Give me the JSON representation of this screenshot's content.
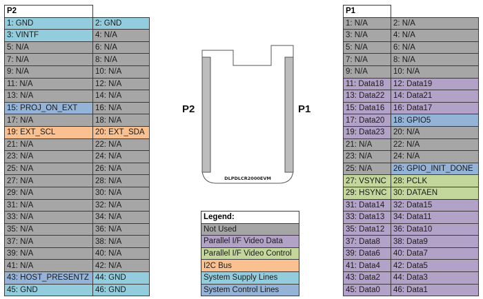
{
  "colors": {
    "not_used": "#a6a6a6",
    "video_data": "#b3a2c7",
    "video_control": "#c3d69b",
    "i2c": "#fac090",
    "supply": "#93cddd",
    "control": "#95b3d7"
  },
  "p2": {
    "title": "P2",
    "rows": [
      [
        {
          "text": "1: GND",
          "type": "supply"
        },
        {
          "text": "2: GND",
          "type": "supply"
        }
      ],
      [
        {
          "text": "3: VINTF",
          "type": "supply"
        },
        {
          "text": "4: N/A",
          "type": "not_used"
        }
      ],
      [
        {
          "text": "5: N/A",
          "type": "not_used"
        },
        {
          "text": "6: N/A",
          "type": "not_used"
        }
      ],
      [
        {
          "text": "7: N/A",
          "type": "not_used"
        },
        {
          "text": "8: N/A",
          "type": "not_used"
        }
      ],
      [
        {
          "text": "9: N/A",
          "type": "not_used"
        },
        {
          "text": "10: N/A",
          "type": "not_used"
        }
      ],
      [
        {
          "text": "11: N/A",
          "type": "not_used"
        },
        {
          "text": "12: N/A",
          "type": "not_used"
        }
      ],
      [
        {
          "text": "13: N/A",
          "type": "not_used"
        },
        {
          "text": "14: N/A",
          "type": "not_used"
        }
      ],
      [
        {
          "text": "15: PROJ_ON_EXT",
          "type": "control"
        },
        {
          "text": "16: N/A",
          "type": "not_used"
        }
      ],
      [
        {
          "text": "17: N/A",
          "type": "not_used"
        },
        {
          "text": "18: N/A",
          "type": "not_used"
        }
      ],
      [
        {
          "text": "19: EXT_SCL",
          "type": "i2c"
        },
        {
          "text": "20: EXT_SDA",
          "type": "i2c"
        }
      ],
      [
        {
          "text": "21: N/A",
          "type": "not_used"
        },
        {
          "text": "22: N/A",
          "type": "not_used"
        }
      ],
      [
        {
          "text": "23: N/A",
          "type": "not_used"
        },
        {
          "text": "24: N/A",
          "type": "not_used"
        }
      ],
      [
        {
          "text": "25: N/A",
          "type": "not_used"
        },
        {
          "text": "26: N/A",
          "type": "not_used"
        }
      ],
      [
        {
          "text": "27: N/A",
          "type": "not_used"
        },
        {
          "text": "28: N/A",
          "type": "not_used"
        }
      ],
      [
        {
          "text": "29: N/A",
          "type": "not_used"
        },
        {
          "text": "30: N/A",
          "type": "not_used"
        }
      ],
      [
        {
          "text": "31: N/A",
          "type": "not_used"
        },
        {
          "text": "32: N/A",
          "type": "not_used"
        }
      ],
      [
        {
          "text": "33: N/A",
          "type": "not_used"
        },
        {
          "text": "34: N/A",
          "type": "not_used"
        }
      ],
      [
        {
          "text": "35: N/A",
          "type": "not_used"
        },
        {
          "text": "36: N/A",
          "type": "not_used"
        }
      ],
      [
        {
          "text": "37: N/A",
          "type": "not_used"
        },
        {
          "text": "38: N/A",
          "type": "not_used"
        }
      ],
      [
        {
          "text": "39: N/A",
          "type": "not_used"
        },
        {
          "text": "40: N/A",
          "type": "not_used"
        }
      ],
      [
        {
          "text": "41: N/A",
          "type": "not_used"
        },
        {
          "text": "42: N/A",
          "type": "not_used"
        }
      ],
      [
        {
          "text": "43: HOST_PRESENTZ",
          "type": "control"
        },
        {
          "text": "44: GND",
          "type": "supply"
        }
      ],
      [
        {
          "text": "45: GND",
          "type": "supply"
        },
        {
          "text": "46: GND",
          "type": "supply"
        }
      ]
    ]
  },
  "p1": {
    "title": "P1",
    "rows": [
      [
        {
          "text": "1: N/A",
          "type": "not_used"
        },
        {
          "text": "2: N/A",
          "type": "not_used"
        }
      ],
      [
        {
          "text": "3: N/A",
          "type": "not_used"
        },
        {
          "text": "4: N/A",
          "type": "not_used"
        }
      ],
      [
        {
          "text": "5: N/A",
          "type": "not_used"
        },
        {
          "text": "6: N/A",
          "type": "not_used"
        }
      ],
      [
        {
          "text": "7: N/A",
          "type": "not_used"
        },
        {
          "text": "8: N/A",
          "type": "not_used"
        }
      ],
      [
        {
          "text": "9: N/A",
          "type": "not_used"
        },
        {
          "text": "10: N/A",
          "type": "not_used"
        }
      ],
      [
        {
          "text": "11: Data18",
          "type": "video_data"
        },
        {
          "text": "12: Data19",
          "type": "video_data"
        }
      ],
      [
        {
          "text": "13: Data22",
          "type": "video_data"
        },
        {
          "text": "14: Data21",
          "type": "video_data"
        }
      ],
      [
        {
          "text": "15: Data16",
          "type": "video_data"
        },
        {
          "text": "16: Data17",
          "type": "video_data"
        }
      ],
      [
        {
          "text": "17: Data20",
          "type": "video_data"
        },
        {
          "text": "18: GPIO5",
          "type": "control"
        }
      ],
      [
        {
          "text": "19: Data23",
          "type": "video_data"
        },
        {
          "text": "20: N/A",
          "type": "not_used"
        }
      ],
      [
        {
          "text": "21: N/A",
          "type": "not_used"
        },
        {
          "text": "22: N/A",
          "type": "not_used"
        }
      ],
      [
        {
          "text": "23: N/A",
          "type": "not_used"
        },
        {
          "text": "24: N/A",
          "type": "not_used"
        }
      ],
      [
        {
          "text": "25: N/A",
          "type": "not_used"
        },
        {
          "text": "26: GPIO_INIT_DONE",
          "type": "control"
        }
      ],
      [
        {
          "text": "27: VSYNC",
          "type": "video_control"
        },
        {
          "text": "28: PCLK",
          "type": "video_control"
        }
      ],
      [
        {
          "text": "29: HSYNC",
          "type": "video_control"
        },
        {
          "text": "30: DATAEN",
          "type": "video_control"
        }
      ],
      [
        {
          "text": "31: Data14",
          "type": "video_data"
        },
        {
          "text": "32: Data15",
          "type": "video_data"
        }
      ],
      [
        {
          "text": "33: Data13",
          "type": "video_data"
        },
        {
          "text": "34: Data11",
          "type": "video_data"
        }
      ],
      [
        {
          "text": "35: Data12",
          "type": "video_data"
        },
        {
          "text": "36: Data10",
          "type": "video_data"
        }
      ],
      [
        {
          "text": "37: Data8",
          "type": "video_data"
        },
        {
          "text": "38: Data9",
          "type": "video_data"
        }
      ],
      [
        {
          "text": "39: Data6",
          "type": "video_data"
        },
        {
          "text": "40: Data7",
          "type": "video_data"
        }
      ],
      [
        {
          "text": "41: Data4",
          "type": "video_data"
        },
        {
          "text": "42: Data5",
          "type": "video_data"
        }
      ],
      [
        {
          "text": "43: Data2",
          "type": "video_data"
        },
        {
          "text": "44: Data3",
          "type": "video_data"
        }
      ],
      [
        {
          "text": "45: Data0",
          "type": "video_data"
        },
        {
          "text": "46: Data1",
          "type": "video_data"
        }
      ]
    ]
  },
  "board": {
    "name": "DLPDLCR2000EVM",
    "left_connector_label": "P2",
    "right_connector_label": "P1"
  },
  "legend": {
    "title": "Legend:",
    "items": [
      {
        "label": "Not Used",
        "type": "not_used"
      },
      {
        "label": "Parallel I/F Video Data",
        "type": "video_data"
      },
      {
        "label": "Parallel I/F Video Control",
        "type": "video_control"
      },
      {
        "label": "I2C Bus",
        "type": "i2c"
      },
      {
        "label": "System Supply Lines",
        "type": "supply"
      },
      {
        "label": "System Control Lines",
        "type": "control"
      }
    ]
  }
}
